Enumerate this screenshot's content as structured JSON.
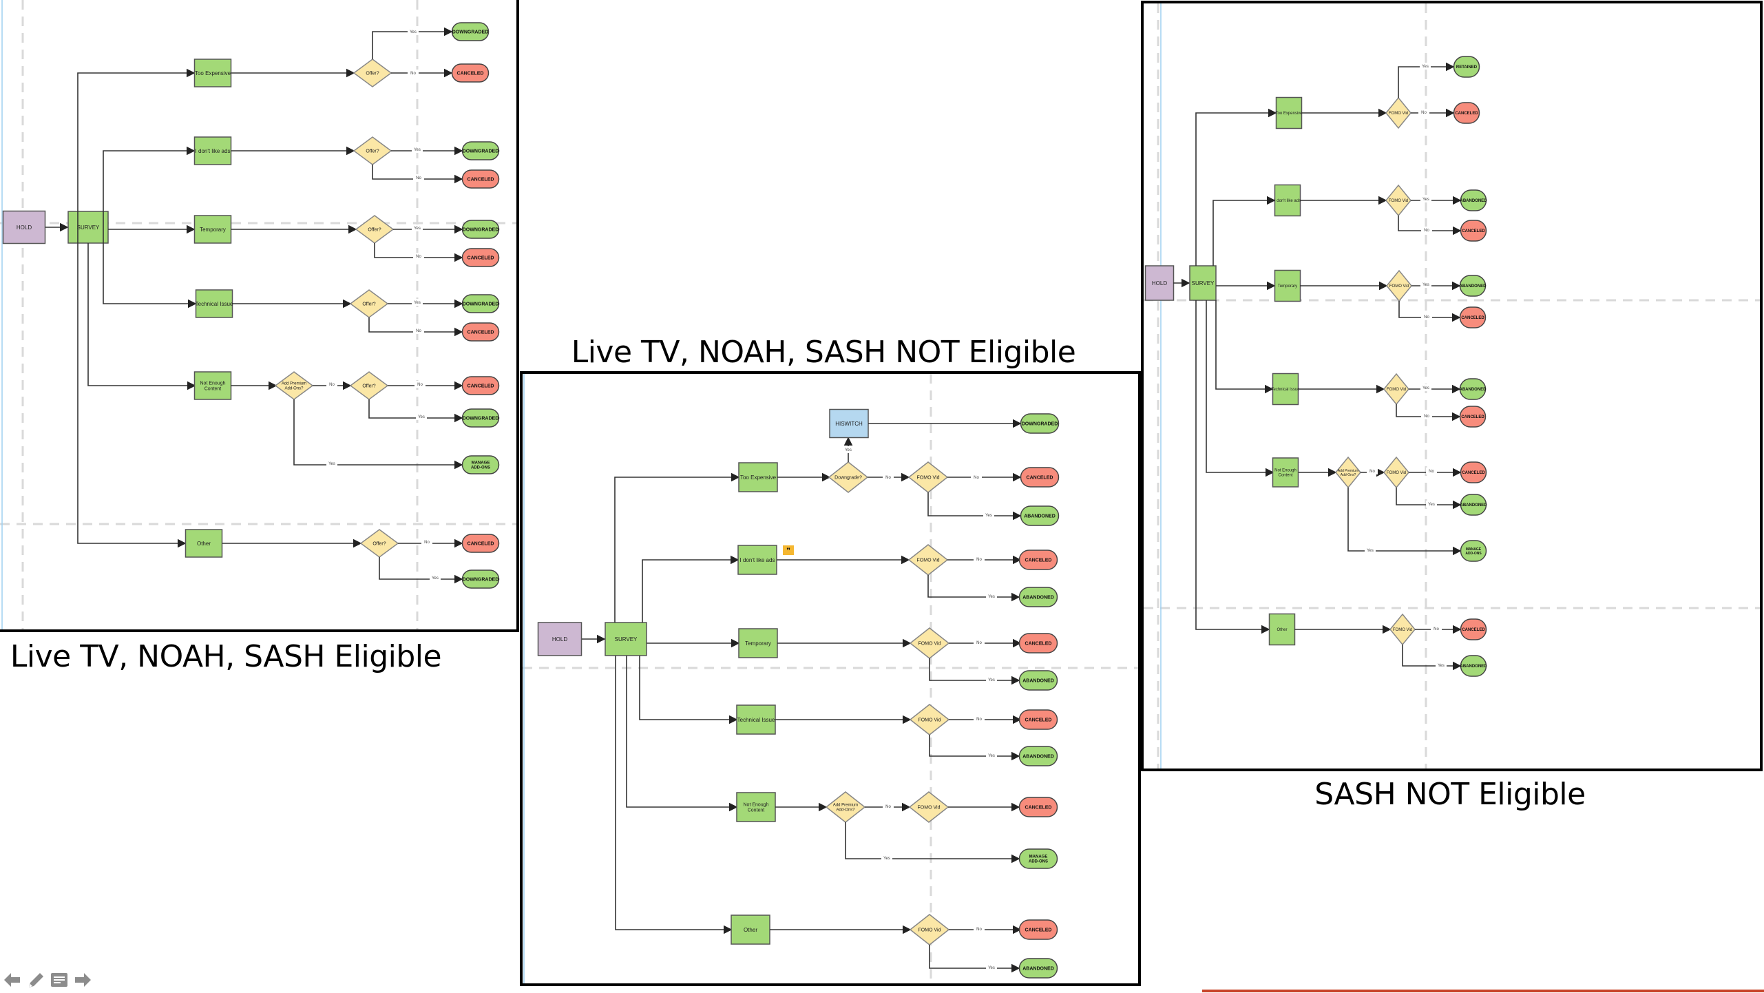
{
  "colors": {
    "hold": "#cdb8d2",
    "process": "#a3d977",
    "decision": "#fbe7a6",
    "retained_terminal": "#a3d977",
    "canceled_terminal": "#f78c7c",
    "switch": "#b5d8f0",
    "comment_badge": "#f5b731",
    "frame": "#000000",
    "accent_rule": "#c8442a"
  },
  "panels": [
    {
      "id": "eligible",
      "caption": "Live TV, NOAH, SASH Eligible",
      "nodes": {
        "hold": "HOLD",
        "survey": "SURVEY",
        "too_expensive": "Too Expensive",
        "too_expensive_decision": "Offer?",
        "too_expensive_yes": "DOWNGRADED",
        "too_expensive_no": "CANCELED",
        "ads": "I don't like ads",
        "ads_decision": "Offer?",
        "ads_yes": "DOWNGRADED",
        "ads_no": "CANCELED",
        "temporary": "Temporary",
        "temporary_decision": "Offer?",
        "temporary_yes": "DOWNGRADED",
        "temporary_no": "CANCELED",
        "technical": "Technical Issue",
        "technical_decision": "Offer?",
        "technical_yes": "DOWNGRADED",
        "technical_no": "CANCELED",
        "content": "Not Enough Content",
        "content_addons": "Add Premium Add-Ons?",
        "content_decision": "Offer?",
        "content_no": "CANCELED",
        "content_yes": "DOWNGRADED",
        "content_manage": "MANAGE ADD-ONS",
        "other": "Other",
        "other_decision": "Offer?",
        "other_no": "CANCELED",
        "other_yes": "DOWNGRADED"
      },
      "edge_labels": {
        "yes": "Yes",
        "no": "No"
      }
    },
    {
      "id": "not-eligible",
      "caption": "Live TV, NOAH, SASH NOT Eligible",
      "nodes": {
        "hold": "HOLD",
        "survey": "SURVEY",
        "hiswitch": "HISWITCH",
        "hiswitch_result": "DOWNGRADED",
        "too_expensive": "Too Expensive",
        "downgrade_decision": "Downgrade?",
        "too_expensive_fomo": "FOMO Vid",
        "too_expensive_no": "CANCELED",
        "too_expensive_yes": "ABANDONED",
        "ads": "I don't like ads",
        "ads_fomo": "FOMO Vid",
        "ads_no": "CANCELED",
        "ads_yes": "ABANDONED",
        "temporary": "Temporary",
        "temporary_fomo": "FOMO Vid",
        "temporary_no": "CANCELED",
        "temporary_yes": "ABANDONED",
        "technical": "Technical Issue",
        "technical_fomo": "FOMO Vid",
        "technical_no": "CANCELED",
        "technical_yes": "ABANDONED",
        "content": "Not Enough Content",
        "content_addons": "Add Premium Add-Ons?",
        "content_fomo": "FOMO Vid",
        "content_no": "CANCELED",
        "content_manage": "MANAGE ADD-ONS",
        "other": "Other",
        "other_fomo": "FOMO Vid",
        "other_no": "CANCELED",
        "other_yes": "ABANDONED"
      },
      "edge_labels": {
        "yes": "Yes",
        "no": "No"
      },
      "comment_badge": "”"
    },
    {
      "id": "sash-not-eligible",
      "caption": "SASH NOT Eligible",
      "nodes": {
        "hold": "HOLD",
        "survey": "SURVEY",
        "too_expensive": "Too Expensive",
        "too_expensive_fomo": "FOMO Vid",
        "too_expensive_yes": "RETAINED",
        "too_expensive_no": "CANCELED",
        "ads": "I don't like ads",
        "ads_fomo": "FOMO Vid",
        "ads_yes": "ABANDONED",
        "ads_no": "CANCELED",
        "temporary": "Temporary",
        "temporary_fomo": "FOMO Vid",
        "temporary_yes": "ABANDONED",
        "temporary_no": "CANCELED",
        "technical": "Technical Issue",
        "technical_fomo": "FOMO Vid",
        "technical_yes": "ABANDONED",
        "technical_no": "CANCELED",
        "content": "Not Enough Content",
        "content_addons": "Add Premium Add-Ons?",
        "content_fomo": "FOMO Vid",
        "content_no": "CANCELED",
        "content_yes": "ABANDONED",
        "content_manage": "MANAGE ADD-ONS",
        "other": "Other",
        "other_fomo": "FOMO Vid",
        "other_no": "CANCELED",
        "other_yes": "ABANDONED"
      },
      "edge_labels": {
        "yes": "Yes",
        "no": "No"
      }
    }
  ],
  "toolbar": [
    {
      "icon": "arrow-left-icon",
      "label": "Previous"
    },
    {
      "icon": "pencil-icon",
      "label": "Edit"
    },
    {
      "icon": "notes-icon",
      "label": "Notes"
    },
    {
      "icon": "arrow-right-icon",
      "label": "Next"
    }
  ]
}
